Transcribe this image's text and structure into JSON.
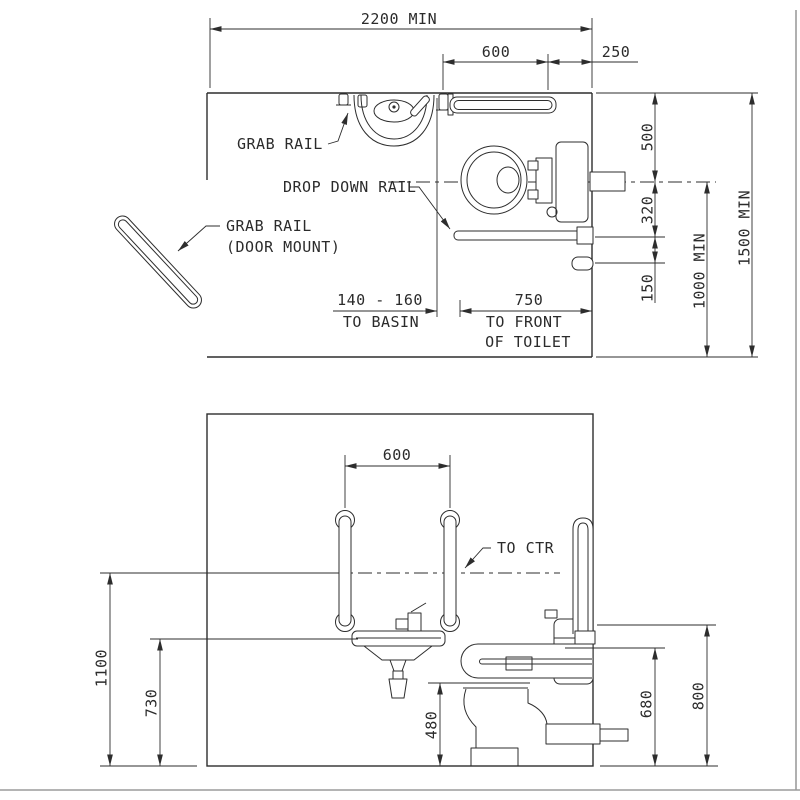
{
  "drawing": {
    "type": "accessible-toilet-layout",
    "line_color": "#2d2d2d",
    "frame_color": "#9c9c9c",
    "background": "#ffffff"
  },
  "plan": {
    "labels": {
      "grab_rail": "GRAB RAIL",
      "drop_down_rail": "DROP DOWN RAIL",
      "door_rail_line1": "GRAB RAIL",
      "door_rail_line2": "(DOOR MOUNT)"
    },
    "dims": {
      "room_width": "2200 MIN",
      "rail_length": "600",
      "rail_to_corner": "250",
      "wall_to_centerline": "500",
      "centerline_to_rail": "320",
      "rail_to_holder": "150",
      "centerline_to_front_wall": "1000 MIN",
      "room_depth": "1500 MIN",
      "basin_gap": "140 - 160",
      "basin_gap_note": "TO BASIN",
      "front_clearance": "750",
      "front_clearance_note1": "TO FRONT",
      "front_clearance_note2": "OF TOILET"
    }
  },
  "elevation": {
    "labels": {
      "to_ctr": "TO CTR"
    },
    "dims": {
      "rail_spacing": "600",
      "rail_center_height": "1100",
      "basin_height": "730",
      "seat_height": "480",
      "rail_height": "680",
      "pivot_height": "800"
    }
  }
}
